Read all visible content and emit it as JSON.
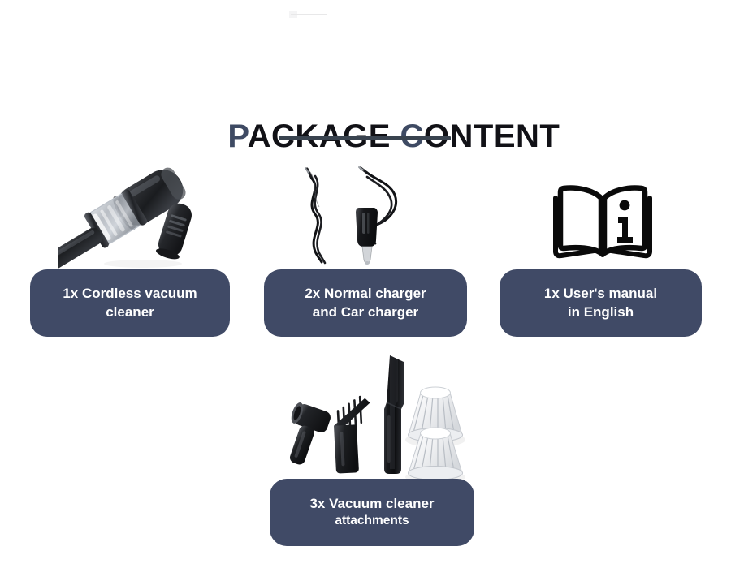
{
  "page": {
    "background_color": "#ffffff",
    "accent_color": "#404a66",
    "title_accent_color": "#3e4a63",
    "title_text_color": "#111116",
    "pill_text_color": "#ffffff"
  },
  "header": {
    "title_accent_1": "P",
    "title_rest_1": "ACKAGE ",
    "title_accent_2": "C",
    "title_rest_2": "ONTENT",
    "title_full": "PACKAGE CONTENT"
  },
  "items": [
    {
      "id": "cordless-vacuum",
      "image_name": "cordless-handheld-vacuum-photo",
      "label_line_1": "1x Cordless vacuum",
      "label_line_2": "cleaner"
    },
    {
      "id": "chargers",
      "image_name": "normal-charger-and-car-charger-photo",
      "label_line_1": "2x Normal charger",
      "label_line_2": "and Car charger"
    },
    {
      "id": "user-manual",
      "image_name": "open-book-info-manual-icon",
      "label_line_1": "1x User's manual",
      "label_line_2": "in English"
    },
    {
      "id": "attachments",
      "image_name": "vacuum-cleaner-attachments-photo",
      "label_line_1": "3x Vacuum cleaner",
      "label_line_2": "attachments"
    }
  ]
}
